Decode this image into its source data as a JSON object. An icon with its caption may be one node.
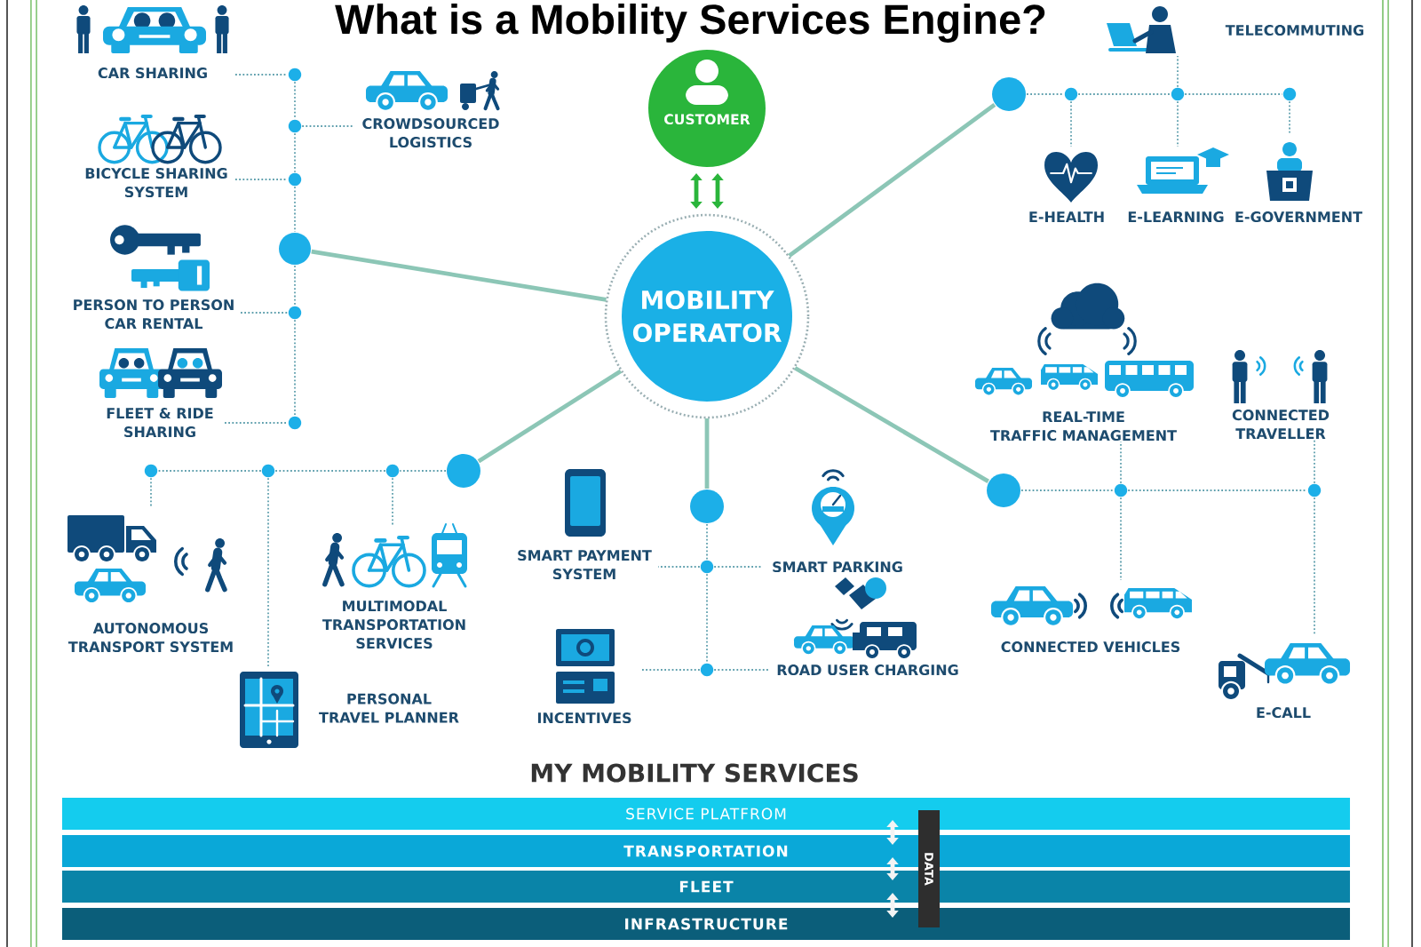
{
  "diagram": {
    "title": "What is a Mobility Services Engine?",
    "nodes": [
      {
        "text": [
          "CUSTOMER"
        ]
      },
      {
        "text": [
          "MOBILITY OPERATOR"
        ]
      },
      {
        "text": [
          "CAR SHARING"
        ]
      },
      {
        "text": [
          "CROWDSOURCED LOGISTICS"
        ]
      },
      {
        "text": [
          "BICYCLE SHARING SYSTEM"
        ]
      },
      {
        "text": [
          "PERSON TO PERSON CAR RENTAL"
        ]
      },
      {
        "text": [
          "FLEET & RIDE SHARING"
        ]
      },
      {
        "text": [],
        "shape": "circle"
      },
      {
        "text": [],
        "shape": "circle"
      },
      {
        "text": [],
        "shape": "circle"
      },
      {
        "text": [],
        "shape": "circle"
      },
      {
        "text": [],
        "shape": "circle"
      },
      {
        "text": [],
        "shape": "circle"
      },
      {
        "text": [
          "TELECOMMUTING"
        ]
      },
      {
        "text": [],
        "shape": "circle"
      },
      {
        "text": [],
        "shape": "circle"
      },
      {
        "text": [],
        "shape": "circle"
      },
      {
        "text": [],
        "shape": "circle"
      },
      {
        "text": [
          "E-HEALTH"
        ]
      },
      {
        "text": [
          "E-LEARNING"
        ]
      },
      {
        "text": [
          "E-GOVERNMENT"
        ]
      },
      {
        "text": [
          "REAL-TIME TRAFFIC MANAGEMENT"
        ]
      },
      {
        "text": [
          "CONNECTED TRAVELLER"
        ]
      },
      {
        "text": [],
        "shape": "circle"
      },
      {
        "text": [],
        "shape": "circle"
      },
      {
        "text": [],
        "shape": "circle"
      },
      {
        "text": [
          "CONNECTED VEHICLES"
        ]
      },
      {
        "text": [
          "E-CALL"
        ]
      },
      {
        "text": [],
        "shape": "circle"
      },
      {
        "text": [],
        "shape": "circle"
      },
      {
        "text": [],
        "shape": "circle"
      },
      {
        "text": [],
        "shape": "circle"
      },
      {
        "text": [
          "AUTONOMOUS TRANSPORT SYSTEM"
        ]
      },
      {
        "text": [
          "MULTIMODAL TRANSPORTATION SERVICES"
        ]
      },
      {
        "text": [
          "PERSONAL TRAVEL PLANNER"
        ]
      },
      {
        "text": [],
        "shape": "circle"
      },
      {
        "text": [],
        "shape": "circle"
      },
      {
        "text": [],
        "shape": "circle"
      },
      {
        "text": [
          "SMART PAYMENT SYSTEM"
        ]
      },
      {
        "text": [
          "SMART PARKING"
        ]
      },
      {
        "text": [
          "INCENTIVES"
        ]
      },
      {
        "text": [
          "ROAD USER CHARGING"
        ]
      },
      {
        "text": [
          "SERVICE PLATFROM"
        ]
      },
      {
        "text": [
          "TRANSPORTATION"
        ]
      },
      {
        "text": [
          "FLEET"
        ]
      },
      {
        "text": [
          "INFRASTRUCTURE"
        ]
      },
      {
        "text": [
          "DATA"
        ]
      }
    ],
    "edges": [
      {
        "from": 0,
        "to": 1,
        "arrow": "both",
        "style": "thick",
        "color": "#2ab53b"
      },
      {
        "from": 1,
        "to": 0,
        "arrow": "both",
        "style": "thick",
        "color": "#2ab53b"
      },
      {
        "from": 2,
        "to": 7,
        "arrow": "none",
        "style": "dashed"
      },
      {
        "from": 7,
        "to": 8,
        "arrow": "none",
        "style": "dashed"
      },
      {
        "from": 8,
        "to": 3,
        "arrow": "none",
        "style": "dashed"
      },
      {
        "from": 8,
        "to": 9,
        "arrow": "none",
        "style": "dashed"
      },
      {
        "from": 4,
        "to": 9,
        "arrow": "none",
        "style": "dashed"
      },
      {
        "from": 9,
        "to": 10,
        "arrow": "none",
        "style": "dashed"
      },
      {
        "from": 10,
        "to": 11,
        "arrow": "none",
        "style": "dashed"
      },
      {
        "from": 5,
        "to": 11,
        "arrow": "none",
        "style": "dashed"
      },
      {
        "from": 11,
        "to": 12,
        "arrow": "none",
        "style": "dashed"
      },
      {
        "from": 6,
        "to": 12,
        "arrow": "none",
        "style": "dashed"
      },
      {
        "from": 1,
        "to": 10,
        "arrow": "none",
        "style": "thick",
        "color": "#8cc6b6"
      },
      {
        "from": 1,
        "to": 14,
        "arrow": "none",
        "style": "thick",
        "color": "#8cc6b6"
      },
      {
        "from": 14,
        "to": 15,
        "arrow": "none",
        "style": "dashed"
      },
      {
        "from": 15,
        "to": 16,
        "arrow": "none",
        "style": "dashed"
      },
      {
        "from": 16,
        "to": 17,
        "arrow": "none",
        "style": "dashed"
      },
      {
        "from": 16,
        "to": 13,
        "arrow": "none",
        "style": "dashed"
      },
      {
        "from": 15,
        "to": 18,
        "arrow": "none",
        "style": "dashed"
      },
      {
        "from": 16,
        "to": 19,
        "arrow": "none",
        "style": "dashed"
      },
      {
        "from": 17,
        "to": 20,
        "arrow": "none",
        "style": "dashed"
      },
      {
        "from": 1,
        "to": 23,
        "arrow": "none",
        "style": "thick",
        "color": "#8cc6b6"
      },
      {
        "from": 23,
        "to": 24,
        "arrow": "none",
        "style": "dashed"
      },
      {
        "from": 24,
        "to": 25,
        "arrow": "none",
        "style": "dashed"
      },
      {
        "from": 24,
        "to": 21,
        "arrow": "none",
        "style": "dashed"
      },
      {
        "from": 24,
        "to": 26,
        "arrow": "none",
        "style": "dashed"
      },
      {
        "from": 25,
        "to": 22,
        "arrow": "none",
        "style": "dashed"
      },
      {
        "from": 25,
        "to": 27,
        "arrow": "none",
        "style": "dashed"
      },
      {
        "from": 1,
        "to": 28,
        "arrow": "none",
        "style": "thick",
        "color": "#8cc6b6"
      },
      {
        "from": 28,
        "to": 29,
        "arrow": "none",
        "style": "dashed"
      },
      {
        "from": 29,
        "to": 30,
        "arrow": "none",
        "style": "dashed"
      },
      {
        "from": 30,
        "to": 31,
        "arrow": "none",
        "style": "dashed"
      },
      {
        "from": 31,
        "to": 32,
        "arrow": "none",
        "style": "dashed"
      },
      {
        "from": 29,
        "to": 33,
        "arrow": "none",
        "style": "dashed"
      },
      {
        "from": 30,
        "to": 34,
        "arrow": "none",
        "style": "dashed"
      },
      {
        "from": 1,
        "to": 35,
        "arrow": "none",
        "style": "thick",
        "color": "#8cc6b6"
      },
      {
        "from": 35,
        "to": 36,
        "arrow": "none",
        "style": "dashed"
      },
      {
        "from": 36,
        "to": 37,
        "arrow": "none",
        "style": "dashed"
      },
      {
        "from": 36,
        "to": 38,
        "arrow": "none",
        "style": "dashed"
      },
      {
        "from": 36,
        "to": 39,
        "arrow": "none",
        "style": "dashed"
      },
      {
        "from": 37,
        "to": 40,
        "arrow": "none",
        "style": "dashed"
      },
      {
        "from": 37,
        "to": 41,
        "arrow": "none",
        "style": "dashed"
      },
      {
        "from": 42,
        "to": 43,
        "arrow": "both",
        "style": "thick",
        "color": "#f4f4f4"
      },
      {
        "from": 43,
        "to": 44,
        "arrow": "both",
        "style": "thick",
        "color": "#f4f4f4"
      },
      {
        "from": 44,
        "to": 45,
        "arrow": "both",
        "style": "thick",
        "color": "#f4f4f4"
      }
    ],
    "labels": [
      "MY MOBILITY SERVICES"
    ]
  }
}
